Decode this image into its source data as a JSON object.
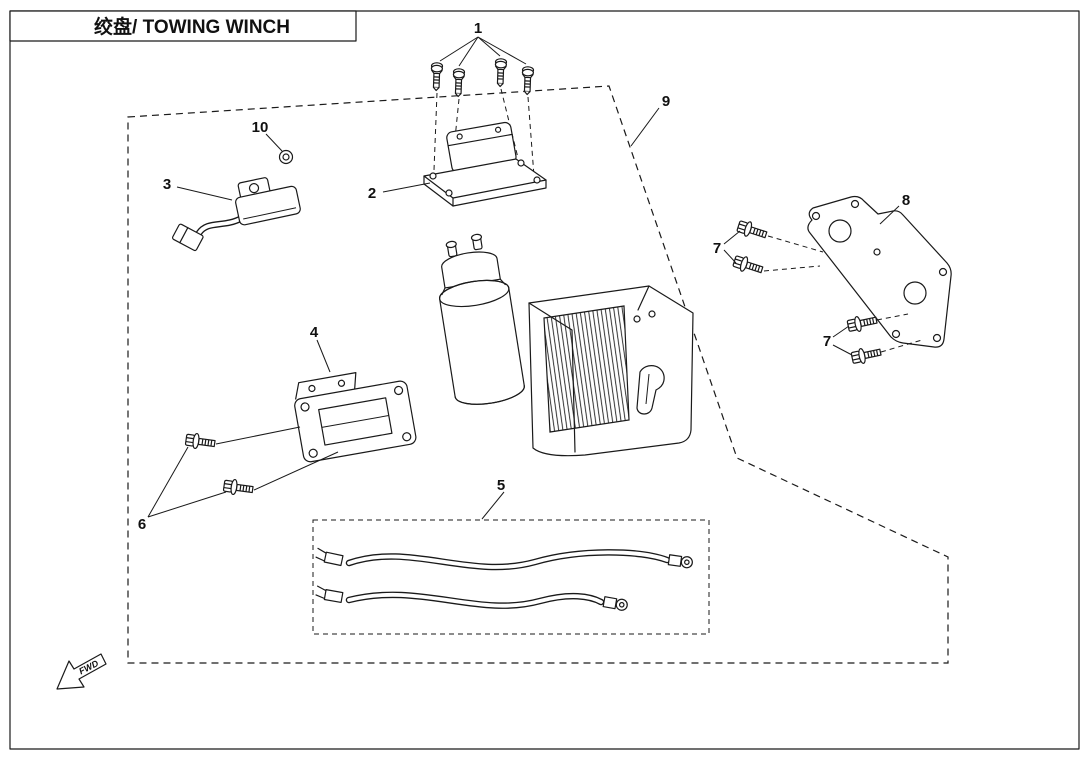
{
  "header": {
    "title": "绞盘/ TOWING WINCH"
  },
  "callouts": {
    "c1": "1",
    "c2": "2",
    "c3": "3",
    "c4": "4",
    "c5": "5",
    "c6": "6",
    "c7a": "7",
    "c7b": "7",
    "c8": "8",
    "c9": "9",
    "c10": "10"
  },
  "fwd": {
    "label": "FWD"
  },
  "colors": {
    "line": "#1a1a1a",
    "background": "#ffffff"
  }
}
